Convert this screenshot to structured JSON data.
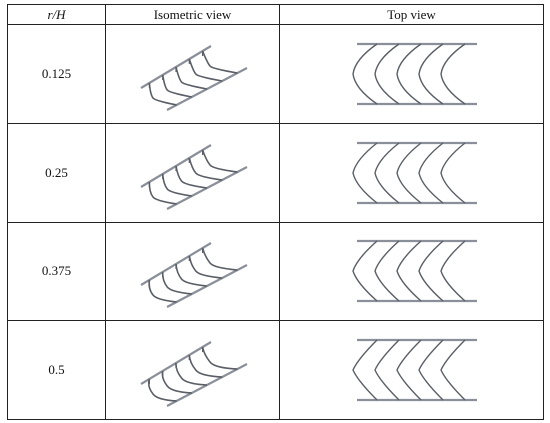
{
  "table": {
    "headers": {
      "ratio": "r/H",
      "isometric": "Isometric view",
      "top": "Top view"
    },
    "rows": [
      {
        "ratio": "0.125",
        "isometric_icon": "isometric-lattice-r0125",
        "top_icon": "top-lattice-r0125",
        "curvature": 0.125
      },
      {
        "ratio": "0.25",
        "isometric_icon": "isometric-lattice-r025",
        "top_icon": "top-lattice-r025",
        "curvature": 0.25
      },
      {
        "ratio": "0.375",
        "isometric_icon": "isometric-lattice-r0375",
        "top_icon": "top-lattice-r0375",
        "curvature": 0.375
      },
      {
        "ratio": "0.5",
        "isometric_icon": "isometric-lattice-r05",
        "top_icon": "top-lattice-r05",
        "curvature": 0.5
      }
    ]
  },
  "colors": {
    "rail": "#8a8f99",
    "strut": "#5a5e66",
    "border": "#222222"
  }
}
